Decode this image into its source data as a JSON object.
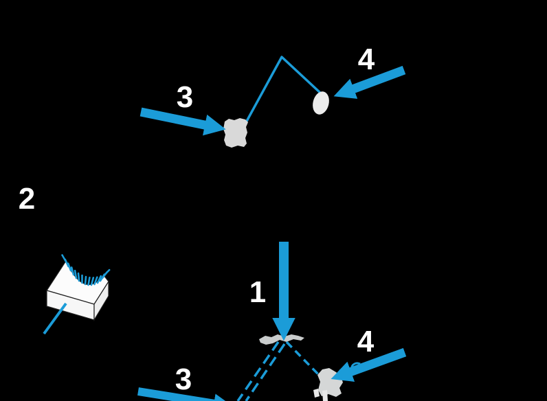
{
  "diagram": {
    "colors": {
      "background": "#000000",
      "accent_blue": "#1b9cd8",
      "label_white": "#ffffff",
      "shape_gray_light": "#d9d9d9",
      "shape_gray_sample": "#c9cccc",
      "block_face_white": "#f7f7f7"
    },
    "labels": {
      "arrow_1": "1",
      "arrow_2": "2",
      "arrow_3_upper": "3",
      "arrow_4_upper": "4",
      "arrow_3_lower": "3",
      "arrow_4_lower": "4"
    }
  }
}
